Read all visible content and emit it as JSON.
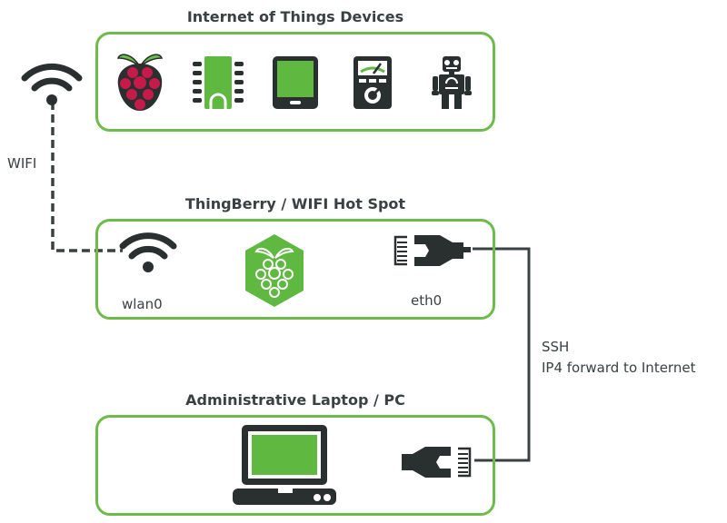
{
  "colors": {
    "accent_green": "#5fb83f",
    "border_green": "#6dbb4a",
    "dark": "#2a2f30",
    "line": "#3a4142",
    "raspberry": "#c51a4a",
    "leaf": "#6cc04a"
  },
  "sections": {
    "iot": {
      "title": "Internet of Things Devices",
      "devices": [
        {
          "icon": "raspberry-pi-icon"
        },
        {
          "icon": "microchip-icon"
        },
        {
          "icon": "tablet-icon"
        },
        {
          "icon": "multimeter-icon"
        },
        {
          "icon": "robot-icon"
        }
      ]
    },
    "hotspot": {
      "title": "ThingBerry / WIFI Hot Spot",
      "wlan_label": "wlan0",
      "eth_label": "eth0",
      "center_icon": "thingberry-logo-icon"
    },
    "admin": {
      "title": "Administrative Laptop / PC",
      "icon": "laptop-icon"
    }
  },
  "connections": {
    "wifi": {
      "label": "WIFI",
      "style": "dashed"
    },
    "ethernet": {
      "label_line1": "SSH",
      "label_line2": "IP4 forward to Internet",
      "style": "solid"
    }
  }
}
